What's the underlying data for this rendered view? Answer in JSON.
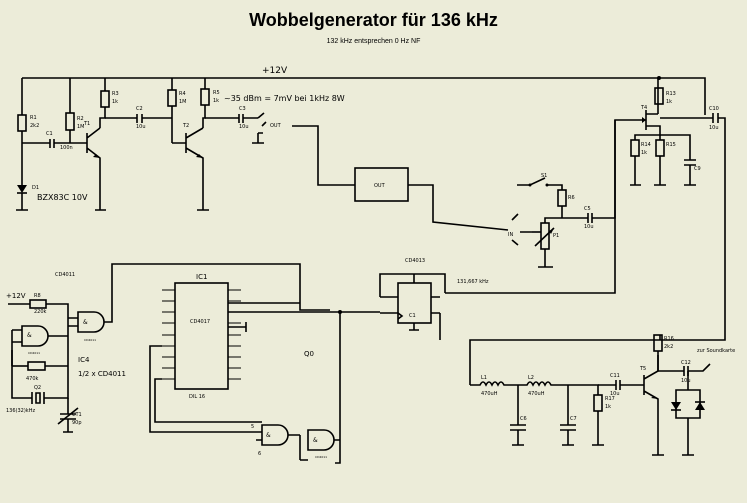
{
  "title": "Wobbelgenerator für 136 kHz",
  "subtitle": "132 kHz entsprechen 0 Hz NF",
  "supply": "+12V",
  "supply_left": "+12V",
  "level_note": "~35 dBm = 7mV bei 1kHz 8W",
  "labels": {
    "r1": "R1",
    "r1v": "2k2",
    "d1": "D1",
    "d1v": "BZX83C 10V",
    "c1": "C1",
    "c1v": "100n",
    "r2": "R2",
    "r2v": "1M",
    "t1": "T1",
    "r3": "R3",
    "r3v": "1k",
    "c2": "C2",
    "c2v": "10u",
    "r4": "R4",
    "r4v": "1M",
    "t2": "T2",
    "r5": "R5",
    "r5v": "1k",
    "c3": "C3",
    "c3v": "10u",
    "out": "OUT",
    "box": "OUT",
    "in": "IN",
    "s1": "S1",
    "r6": "R6",
    "p1": "P1",
    "c5": "C5",
    "c5v": "10u",
    "t4": "T4",
    "r13": "R13",
    "r13v": "1k",
    "c10": "C10",
    "c10v": "10u",
    "r14": "R14",
    "r14v": "1k",
    "r15": "R15",
    "c9": "C9",
    "cd4011": "CD4011",
    "r8": "R8",
    "r8v": "220k",
    "ic4": "IC4",
    "ic4_note": "1/2 x CD4011",
    "r9v": "470k",
    "q2": "Q2",
    "q2v": "136(32)kHz",
    "ct": "CT1",
    "ctv": "90p",
    "ic1": "IC1",
    "ic1_part": "CD4017",
    "ic1_pkg": "DIL 16",
    "q0": "Q0",
    "cd4013": "CD4013",
    "ff_freq": "131,667 kHz",
    "l1": "L1",
    "l1v": "470uH",
    "l2": "L2",
    "l2v": "470uH",
    "c6": "C6",
    "c7": "C7",
    "r17": "R17",
    "r17v": "1k",
    "c11": "C11",
    "c11v": "10u",
    "t5": "T5",
    "r16": "R16",
    "r16v": "2k2",
    "c12": "C12",
    "c12v": "10u",
    "soundcard": "zur Soundkarte"
  }
}
